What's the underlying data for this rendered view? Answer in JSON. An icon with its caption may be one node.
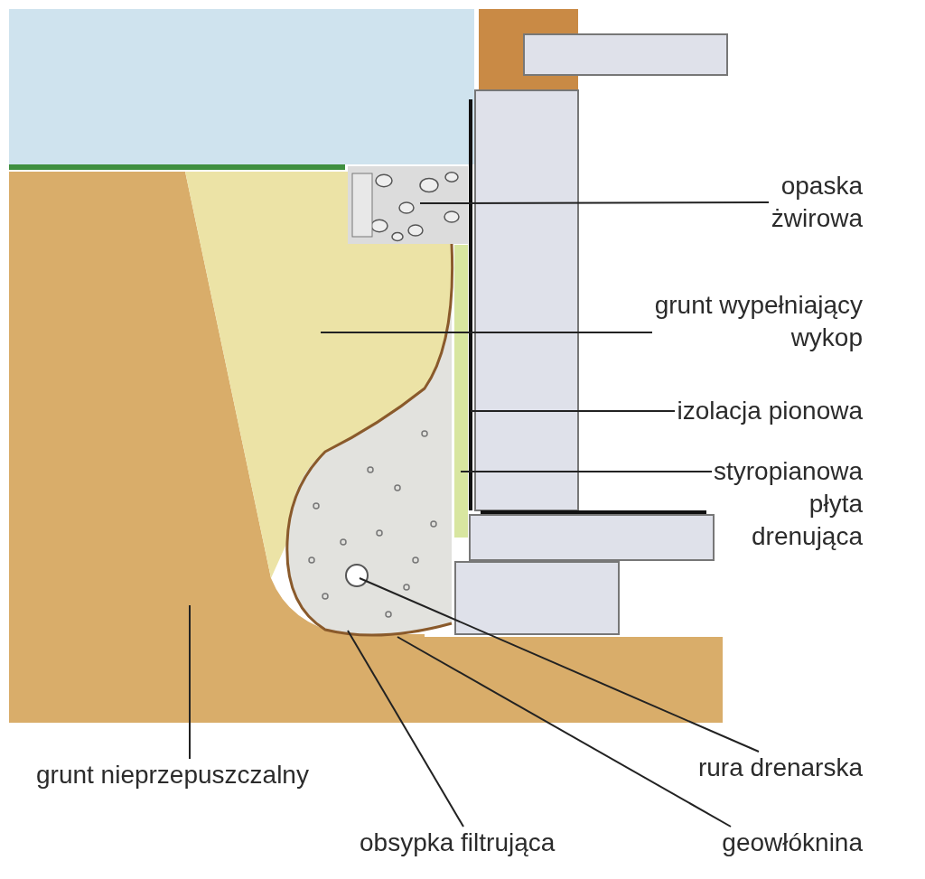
{
  "diagram": {
    "nodes": [
      {
        "text": [
          "opaska żwirowa"
        ]
      },
      {
        "text": [
          "grunt wypełniający wykop"
        ]
      },
      {
        "text": [
          "izolacja pionowa"
        ]
      },
      {
        "text": [
          "styropianowa płyta drenująca"
        ]
      },
      {
        "text": [
          "rura drenarska"
        ]
      },
      {
        "text": [
          "grunt nieprzepuszczalny"
        ]
      },
      {
        "text": [
          "obsypka filtrująca"
        ]
      },
      {
        "text": [
          "geowłóknina"
        ]
      },
      {
        "text": [],
        "shape": "picture"
      },
      {
        "text": [],
        "shape": "picture"
      },
      {
        "text": [],
        "shape": "bar"
      },
      {
        "text": [],
        "shape": "bar"
      },
      {
        "text": [],
        "shape": "circle",
        "in": 14
      },
      {
        "text": [],
        "shape": "picture"
      },
      {
        "text": [],
        "shape": "picture"
      },
      {
        "text": [],
        "shape": "picture"
      }
    ],
    "edges": [
      {
        "from": 0,
        "to": 8,
        "arrow": "none"
      },
      {
        "from": 1,
        "to": 9,
        "arrow": "none"
      },
      {
        "from": 2,
        "to": 11,
        "arrow": "none"
      },
      {
        "from": 3,
        "to": 10,
        "arrow": "none"
      },
      {
        "from": 4,
        "to": 12,
        "arrow": "none"
      },
      {
        "from": 5,
        "to": 13,
        "arrow": "none"
      },
      {
        "from": 6,
        "to": 14,
        "arrow": "none"
      },
      {
        "from": 7,
        "to": 15,
        "arrow": "none"
      }
    ]
  }
}
